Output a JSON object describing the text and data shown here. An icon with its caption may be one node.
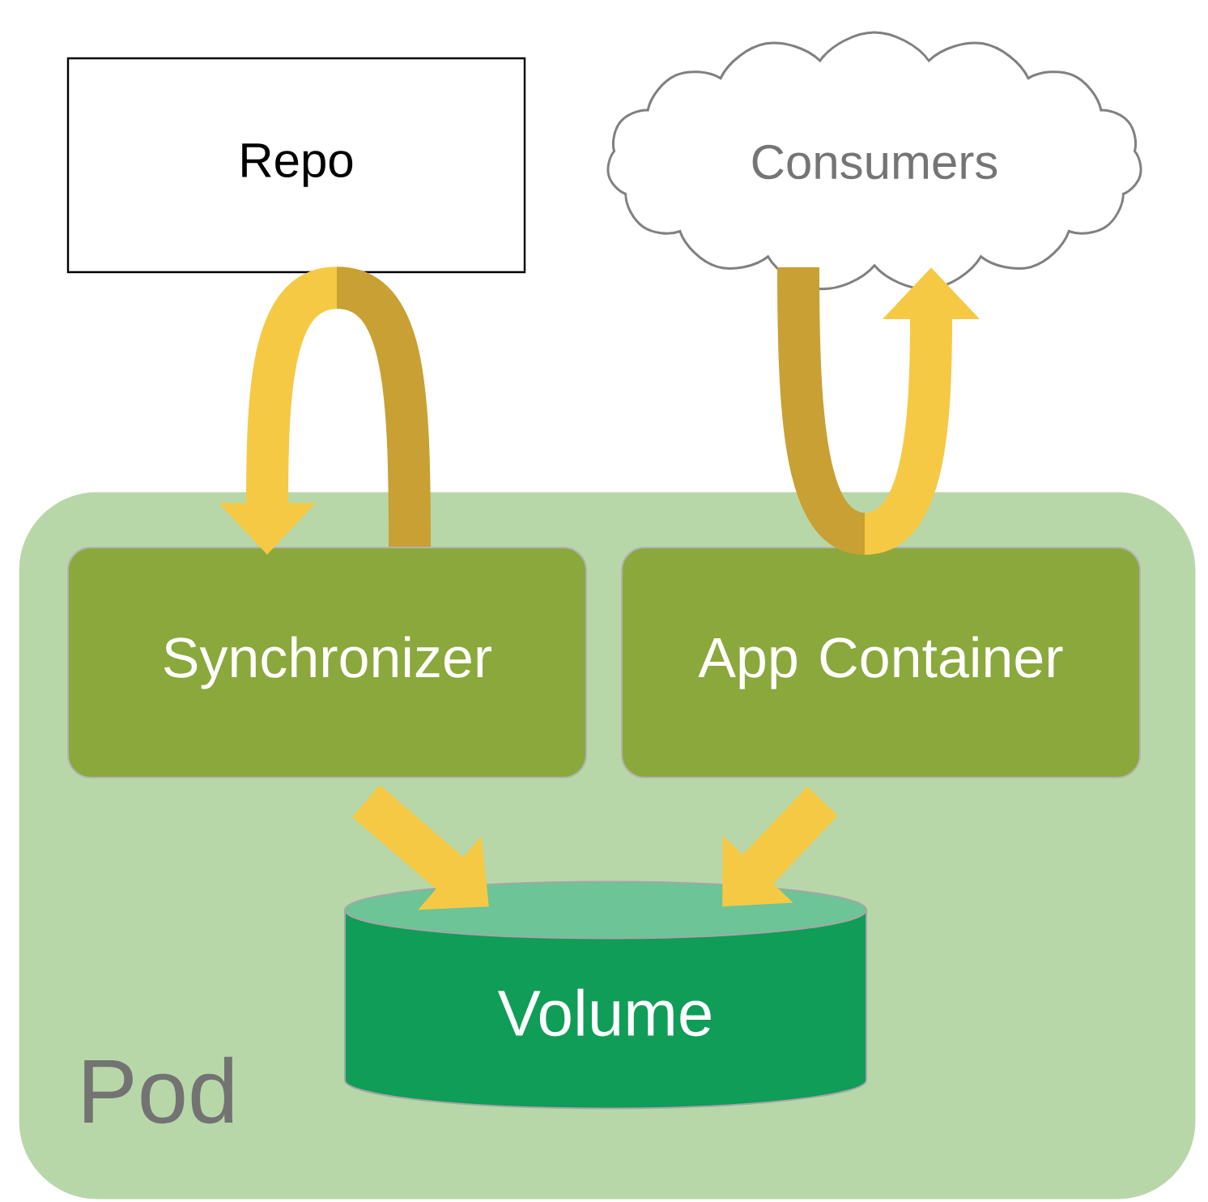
{
  "diagram": {
    "nodes": [
      {
        "text": [
          "Repo"
        ]
      },
      {
        "text": [
          "Consumers"
        ]
      },
      {
        "text": [
          "Pod"
        ]
      },
      {
        "text": [
          "Synchronizer"
        ],
        "in": 2
      },
      {
        "text": [
          "App Container"
        ],
        "in": 2
      },
      {
        "text": [
          "Volume"
        ],
        "in": 2
      }
    ],
    "edges": [
      {
        "from": 0,
        "to": 3,
        "arrow": "to"
      },
      {
        "from": 4,
        "to": 1,
        "arrow": "to"
      },
      {
        "from": 3,
        "to": 5,
        "arrow": "to"
      },
      {
        "from": 4,
        "to": 5,
        "arrow": "to"
      }
    ]
  }
}
